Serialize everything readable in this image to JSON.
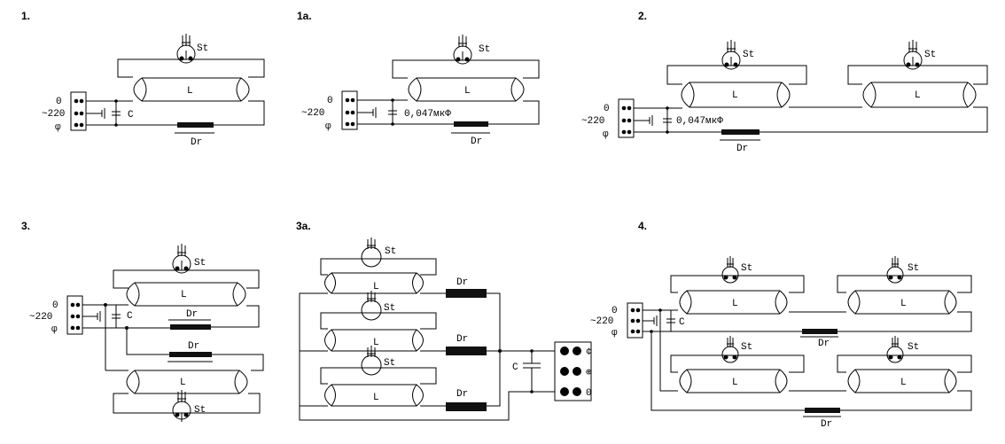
{
  "colors": {
    "ink": "#000000",
    "background": "#ffffff"
  },
  "headings": {
    "d1": "1.",
    "d1a": "1a.",
    "d2": "2.",
    "d3": "3.",
    "d3a": "3a.",
    "d4": "4."
  },
  "labels": {
    "zero": "0",
    "voltage": "~220",
    "phi": "φ",
    "lamp": "L",
    "starter": "St",
    "choke": "Dr",
    "capacitor": "C",
    "capacitor_value": "0,047мкФ"
  },
  "terminal_3a": {
    "top": "¢",
    "middle": "⊕",
    "bottom": "0"
  }
}
